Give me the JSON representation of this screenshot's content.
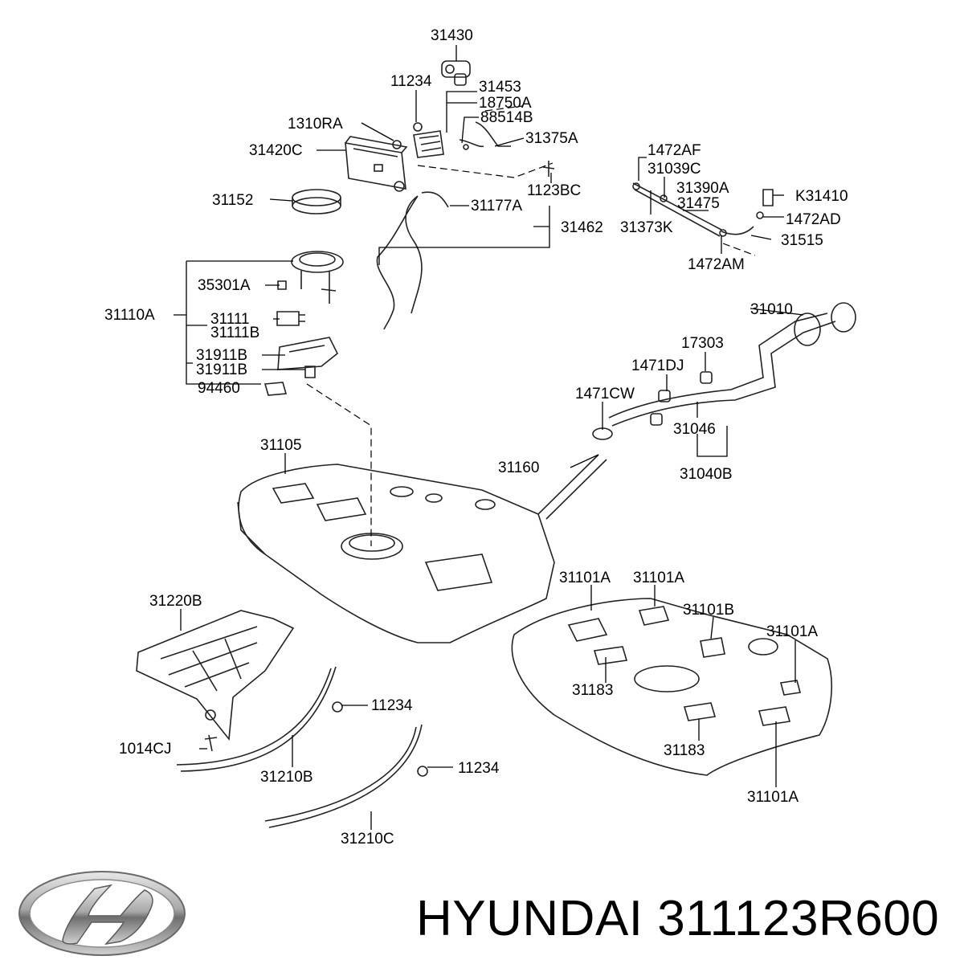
{
  "brand": "HYUNDAI",
  "part_number": "311123R600",
  "logo_icon": "hyundai-logo",
  "callouts": [
    "31430",
    "11234",
    "31453",
    "18750A",
    "88514B",
    "1310RA",
    "31375A",
    "31420C",
    "1472AF",
    "31039C",
    "31390A",
    "31475",
    "K31410",
    "1123BC",
    "31152",
    "31177A",
    "1472AD",
    "31462",
    "31373K",
    "31515",
    "1472AM",
    "35301A",
    "31110A",
    "31111",
    "31111B",
    "31911B",
    "31911B",
    "94460",
    "31010",
    "17303",
    "1471DJ",
    "1471CW",
    "31046",
    "31105",
    "31160",
    "31040B",
    "31101A",
    "31101A",
    "31220B",
    "31101B",
    "31101A",
    "11234",
    "31183",
    "1014CJ",
    "31183",
    "11234",
    "31210B",
    "31101A",
    "31210C"
  ]
}
